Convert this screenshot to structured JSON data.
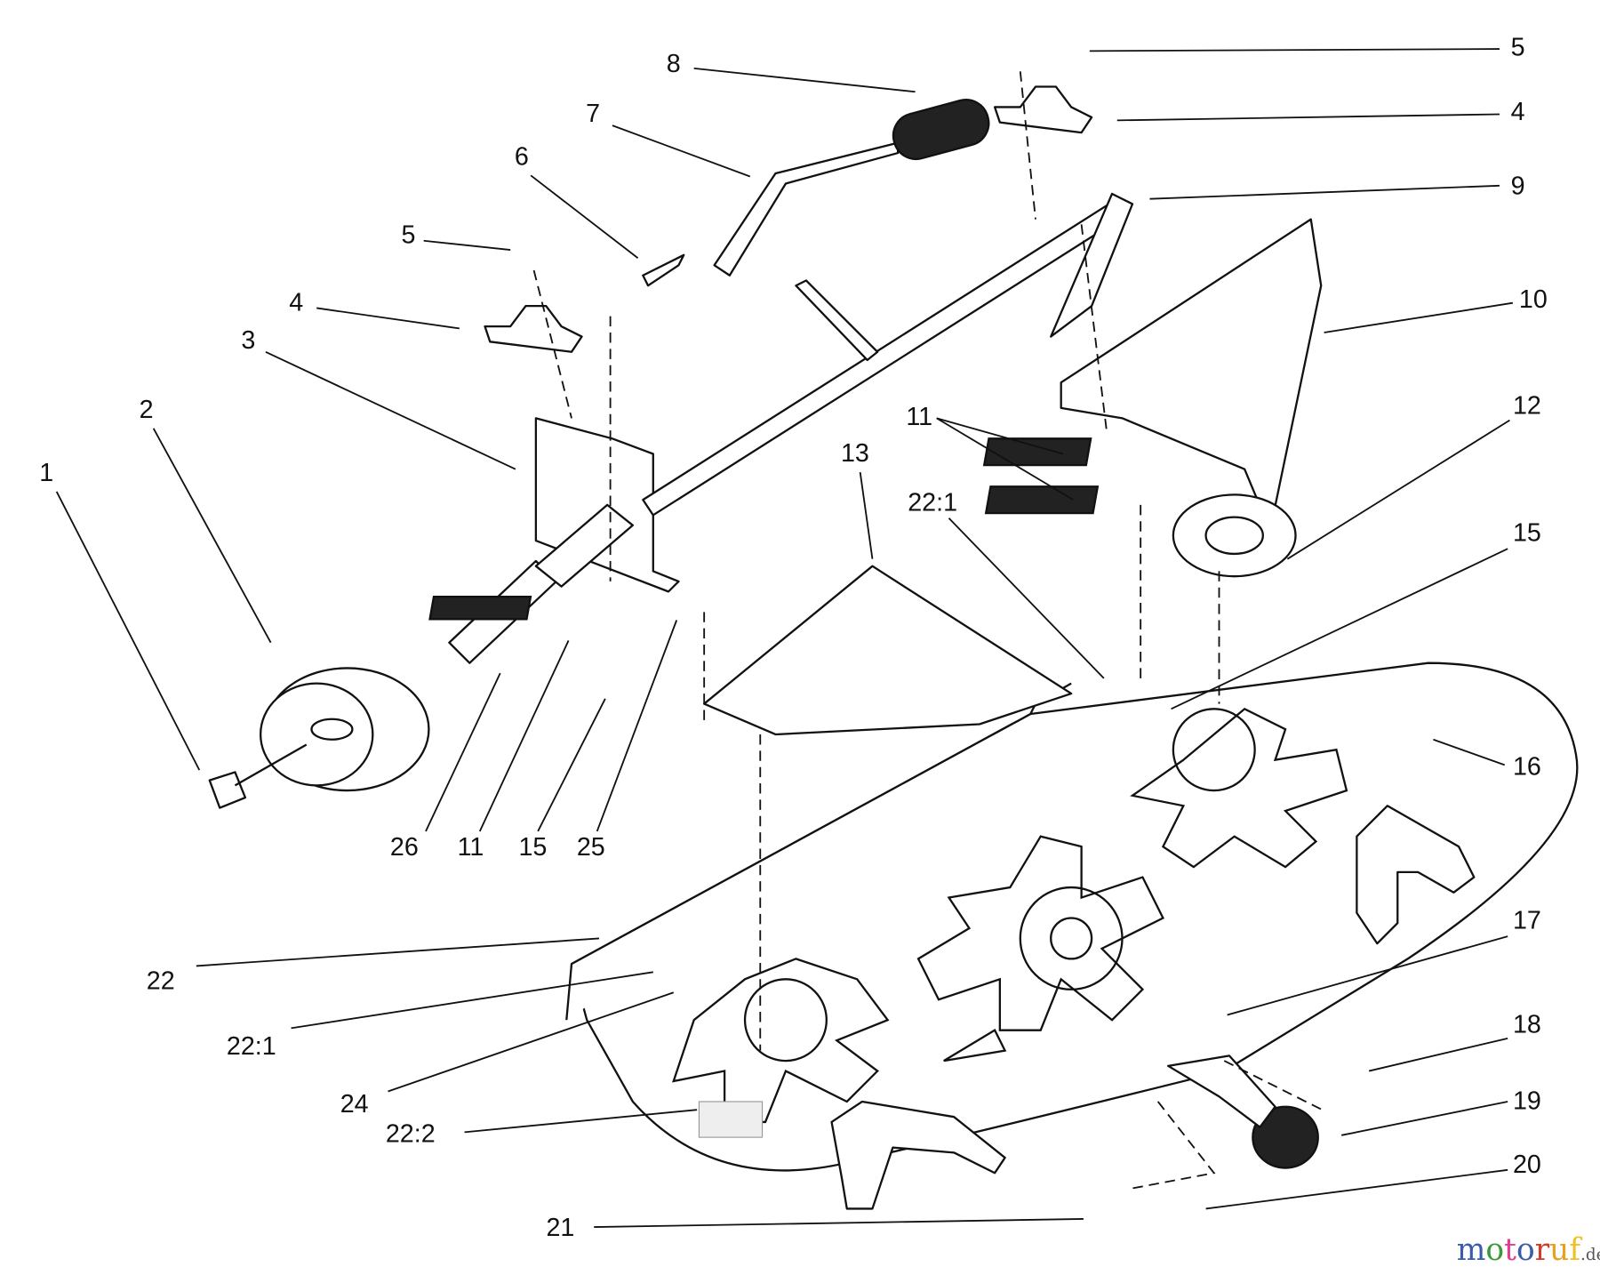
{
  "labels": {
    "l1": "1",
    "l2": "2",
    "l3": "3",
    "l4a": "4",
    "l5a": "5",
    "l6": "6",
    "l7": "7",
    "l8": "8",
    "l5b": "5",
    "l4b": "4",
    "l9": "9",
    "l10": "10",
    "l12": "12",
    "l11a": "11",
    "l13": "13",
    "l22_1a": "22:1",
    "l15a": "15",
    "l16": "16",
    "l26": "26",
    "l11b": "11",
    "l15b": "15",
    "l25": "25",
    "l22": "22",
    "l17": "17",
    "l22_1b": "22:1",
    "l18": "18",
    "l24": "24",
    "l19": "19",
    "l22_2": "22:2",
    "l20": "20",
    "l21": "21"
  },
  "watermark": {
    "text": "motoruf",
    "suffix": ".de",
    "colors": [
      "#3b5bab",
      "#3a9a3a",
      "#e23c8c",
      "#e8a020",
      "#d23a2a",
      "#f0b020",
      "#f0c020"
    ]
  }
}
